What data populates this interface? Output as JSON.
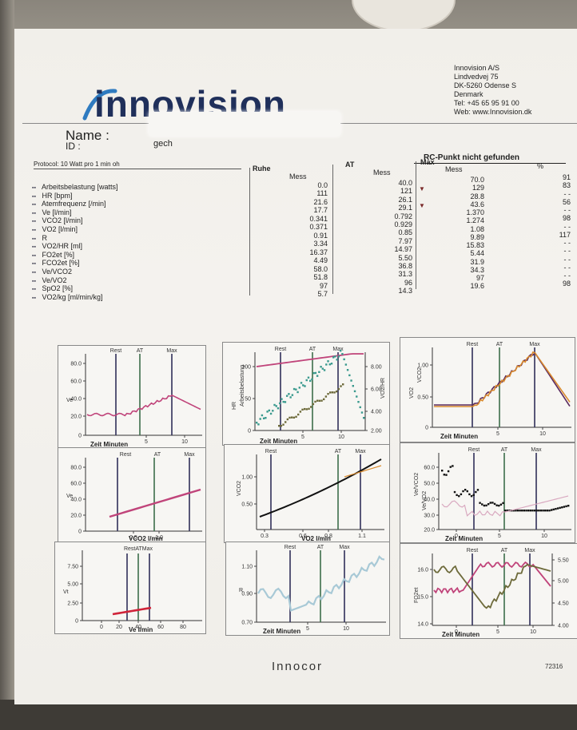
{
  "header": {
    "logo_text": "innovision",
    "company_lines": [
      "Innovision A/S",
      "Lindvedvej 75",
      "DK-5260 Odense S",
      "Denmark",
      "Tel: +45 65 95 91 00",
      "Web: www.Innovision.dk"
    ],
    "name_label": "Name :",
    "id_label": "ID :",
    "id_value": "gech",
    "protocol": "Protocol:  10 Watt pro 1 min oh",
    "rc_title": "RC-Punkt nicht gefunden"
  },
  "table": {
    "headers": {
      "ruhe": "Ruhe",
      "at": "AT",
      "max": "Max"
    },
    "subheaders": {
      "mess": "Mess",
      "pct": "%"
    },
    "rows": [
      {
        "label": "Arbeitsbelastung  [watts]",
        "ruhe": "0.0",
        "at": "40.0",
        "arrow": "",
        "max": "70.0",
        "pct": "91"
      },
      {
        "label": "HR  [bpm]",
        "ruhe": "111",
        "at": "121",
        "arrow": "▼",
        "max": "129",
        "pct": "83"
      },
      {
        "label": "Atemfrequenz  [/min]",
        "ruhe": "21.6",
        "at": "26.1",
        "arrow": "",
        "max": "28.8",
        "pct": "- -"
      },
      {
        "label": "Ve  [l/min]",
        "ruhe": "17.7",
        "at": "29.1",
        "arrow": "▼",
        "max": "43.6",
        "pct": "56"
      },
      {
        "label": "VCO2  [l/min]",
        "ruhe": "0.341",
        "at": "0.792",
        "arrow": "",
        "max": "1.370",
        "pct": "- -"
      },
      {
        "label": "VO2  [l/min]",
        "ruhe": "0.371",
        "at": "0.929",
        "arrow": "",
        "max": "1.274",
        "pct": "98"
      },
      {
        "label": "R",
        "ruhe": "0.91",
        "at": "0.85",
        "arrow": "",
        "max": "1.08",
        "pct": "- -"
      },
      {
        "label": "VO2/HR  [ml]",
        "ruhe": "3.34",
        "at": "7.97",
        "arrow": "",
        "max": "9.89",
        "pct": "117"
      },
      {
        "label": "FO2et  [%]",
        "ruhe": "16.37",
        "at": "14.97",
        "arrow": "",
        "max": "15.83",
        "pct": "- -"
      },
      {
        "label": "FCO2et  [%]",
        "ruhe": "4.49",
        "at": "5.50",
        "arrow": "",
        "max": "5.44",
        "pct": "- -"
      },
      {
        "label": "Ve/VCO2",
        "ruhe": "58.0",
        "at": "36.8",
        "arrow": "",
        "max": "31.9",
        "pct": "- -"
      },
      {
        "label": "Ve/VO2",
        "ruhe": "51.8",
        "at": "31.3",
        "arrow": "",
        "max": "34.3",
        "pct": "- -"
      },
      {
        "label": "SpO2  [%]",
        "ruhe": "97",
        "at": "96",
        "arrow": "",
        "max": "97",
        "pct": "- -"
      },
      {
        "label": "VO2/kg  [ml/min/kg]",
        "ruhe": "5.7",
        "at": "14.3",
        "arrow": "",
        "max": "19.6",
        "pct": "98"
      }
    ]
  },
  "markers": {
    "rest": "Rest",
    "at": "AT",
    "max": "Max",
    "restatmax": "RestATMax"
  },
  "axes": {
    "zeit": "Zeit  Minuten",
    "vco2": "VCO2  l/min",
    "vo2": "VO2  l/min",
    "ve": "Ve  l/min"
  },
  "charts": {
    "c1": {
      "yticks": [
        "80.0",
        "60.0",
        "40.0",
        "20.0",
        "0"
      ],
      "xticks": [
        "5",
        "10"
      ],
      "ylabel": "Ve"
    },
    "c2": {
      "yticks": [
        "100",
        "50",
        "0"
      ],
      "y2ticks": [
        "8.00",
        "6.00",
        "4.00",
        "2.00"
      ],
      "xticks": [
        "5",
        "10"
      ],
      "ylabel_left": "Arbeitsbelastung",
      "ylabel_hr": "HR",
      "ylabel_right": "VO2/HR"
    },
    "c3": {
      "yticks": [
        "1.00",
        "0.50",
        "0"
      ],
      "xticks": [
        "5",
        "10"
      ],
      "ylabel_a": "VO2",
      "ylabel_b": "VCO2"
    },
    "c4": {
      "yticks": [
        "80.0",
        "60.0",
        "40.0",
        "20.0",
        "0"
      ],
      "xticks": [
        "0.5",
        "1.0"
      ],
      "ylabel": "Ve"
    },
    "c5": {
      "yticks": [
        "1.00",
        "0.50"
      ],
      "xticks": [
        "0.3",
        "0.6",
        "0.8",
        "1.1"
      ],
      "ylabel": "VCO2"
    },
    "c6": {
      "yticks": [
        "60.0",
        "50.0",
        "40.0",
        "30.0",
        "20.0"
      ],
      "xticks": [
        "0",
        "5",
        "10"
      ],
      "ylabel_a": "Ve/VCO2",
      "ylabel_b": "Ve/VO2"
    },
    "c7": {
      "yticks": [
        "7.50",
        "5.00",
        "2.50",
        "0"
      ],
      "xticks": [
        "0",
        "20",
        "40",
        "60",
        "80"
      ],
      "ylabel": "Vt"
    },
    "c8": {
      "yticks": [
        "1.10",
        "0.90",
        "0.70"
      ],
      "xticks": [
        "5",
        "10"
      ],
      "ylabel": "R"
    },
    "c9": {
      "yticks": [
        "16.0",
        "15.0",
        "14.0"
      ],
      "y2ticks": [
        "5.50",
        "5.00",
        "4.50",
        "4.00"
      ],
      "xticks": [
        "0",
        "5",
        "10"
      ],
      "ylabel": "FO2et"
    }
  },
  "footer": {
    "brand": "Innocor",
    "number": "72316"
  },
  "colors": {
    "accent_blue": "#2f7bc0",
    "logo_dark": "#1f2f5a",
    "pink": "#c0447a",
    "purple": "#5a2a5e",
    "orange": "#d98a2e",
    "teal": "#3a9a8e",
    "olive": "#6d6a3a",
    "marker": "#30305a",
    "marker_green": "#3c6e4a"
  }
}
